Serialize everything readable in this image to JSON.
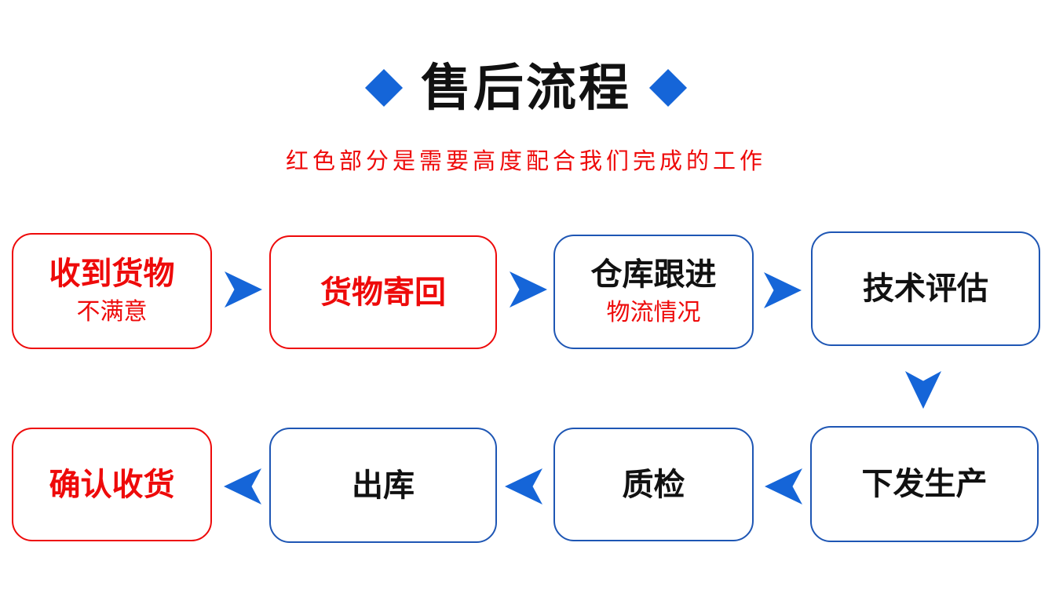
{
  "header": {
    "title": "售后流程"
  },
  "subtitle": "红色部分是需要高度配合我们完成的工作",
  "colors": {
    "blue": "#1565d8",
    "blue_border": "#1e56b4",
    "red": "#ee0a0a",
    "text_black": "#111111"
  },
  "steps": [
    {
      "title": "收到货物",
      "subtitle": "不满意",
      "emphasis": "red"
    },
    {
      "title": "货物寄回",
      "emphasis": "red"
    },
    {
      "title": "仓库跟进",
      "subtitle": "物流情况",
      "emphasis": "blue-box-red-subtitle"
    },
    {
      "title": "技术评估",
      "emphasis": "blue"
    },
    {
      "title": "下发生产",
      "emphasis": "blue"
    },
    {
      "title": "质检",
      "emphasis": "blue"
    },
    {
      "title": "出库",
      "emphasis": "blue"
    },
    {
      "title": "确认收货",
      "emphasis": "red"
    }
  ]
}
